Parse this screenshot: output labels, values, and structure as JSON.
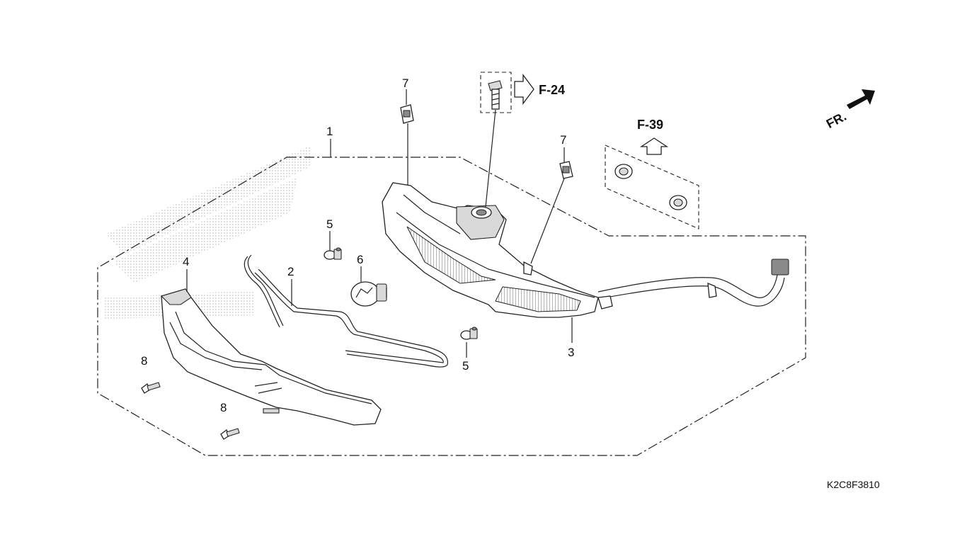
{
  "callouts": {
    "p1": "1",
    "p2": "2",
    "p3": "3",
    "p4": "4",
    "p5a": "5",
    "p5b": "5",
    "p6": "6",
    "p7a": "7",
    "p7b": "7",
    "p8a": "8",
    "p8b": "8"
  },
  "references": {
    "f24": "F-24",
    "f39": "F-39"
  },
  "direction": {
    "label": "FR."
  },
  "diagram_code": "K2C8F3810"
}
